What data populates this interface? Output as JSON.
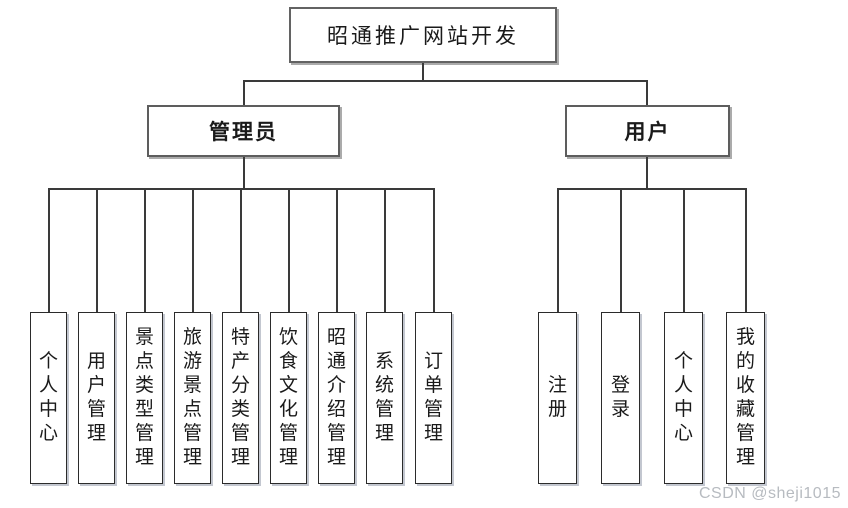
{
  "diagram": {
    "root": {
      "label": "昭通推广网站开发"
    },
    "admin": {
      "label": "管理员",
      "children": [
        "个人中心",
        "用户管理",
        "景点类型管理",
        "旅游景点管理",
        "特产分类管理",
        "饮食文化管理",
        "昭通介绍管理",
        "系统管理",
        "订单管理"
      ]
    },
    "user": {
      "label": "用户",
      "children": [
        "注册",
        "登录",
        "个人中心",
        "我的收藏管理"
      ]
    }
  },
  "watermark": "CSDN @sheji1015",
  "colors": {
    "line": "#3a3a3a",
    "box_border": "#2b2b2b",
    "branch_border": "#5d5d5d",
    "leaf_shadow": "#c3c7d0",
    "watermark_text": "#b7bbc0",
    "background": "#ffffff"
  }
}
